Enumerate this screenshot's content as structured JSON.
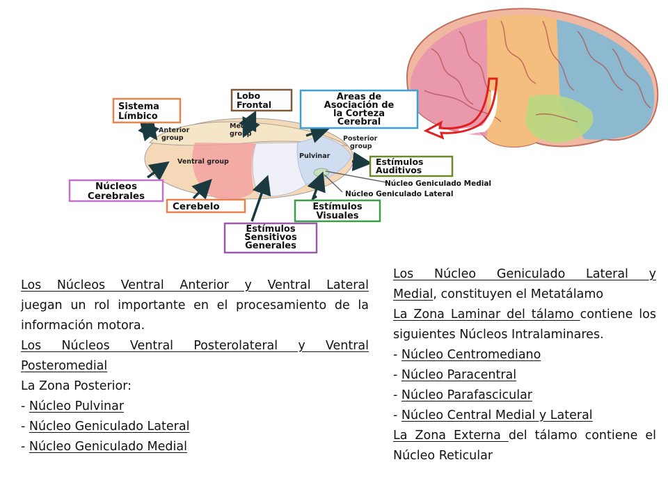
{
  "diagram": {
    "labels": {
      "sistema_limbico": [
        "Sistema",
        "Límbico"
      ],
      "lobo_frontal": [
        "Lobo",
        "Frontal"
      ],
      "areas_asociacion": [
        "Areas de",
        "Asociación de",
        "la Corteza",
        "Cerebral"
      ],
      "estimulos_auditivos": [
        "Estímulos",
        "Auditivos"
      ],
      "nucleos_cerebrales": [
        "Núcleos",
        "Cerebrales"
      ],
      "cerebelo": "Cerebelo",
      "estimulos_visuales": [
        "Estímulos",
        "Visuales"
      ],
      "estimulos_sensitivos": [
        "Estímulos",
        "Sensitivos",
        "Generales"
      ],
      "ngm": "Núcleo Geniculado Medial",
      "ngl": "Núcleo Geniculado Lateral"
    },
    "groups": {
      "anterior": [
        "Anterior",
        "group"
      ],
      "medial": [
        "Medial",
        "group"
      ],
      "posterior": [
        "Posterior",
        "group"
      ],
      "ventral": "Ventral group",
      "pulvinar": "Pulvinar"
    },
    "colors": {
      "limbic": "#e8834a",
      "frontal": "#7a5a3a",
      "areas": "#3aa0d8",
      "auditivos": "#6a8a2a",
      "nucleos": "#c070c8",
      "cerebelo": "#e8834a",
      "visuales": "#3aa048",
      "sensitivos": "#9a5aa8",
      "arrow_red": "#e02020"
    }
  },
  "left_text": {
    "p1_u": "Los Núcleos Ventral Anterior y Ventral Lateral",
    "p1_rest": "juegan un rol importante en el procesamiento de la información motora.",
    "p2_line1": "Los Núcleos Ventral Posterolateral y Ventral",
    "p2_line2": "Posteromedial",
    "p3": "La Zona Posterior:",
    "items": [
      "Núcleo Pulvinar",
      "Núcleo Geniculado Lateral",
      "Núcleo Geniculado Medial"
    ]
  },
  "right_text": {
    "p1_line1": "Los Núcleo Geniculado Lateral y",
    "p1_u2": "Medial",
    "p1_rest": ", constituyen el Metatálamo",
    "p2_u": "La Zona Laminar del tálamo ",
    "p2_rest": "contiene los siguientes Núcleos Intralaminares.",
    "items": [
      "Núcleo Centromediano",
      "Núcleo Paracentral",
      "Núcleo Parafascicular",
      "Núcleo Central Medial y Lateral"
    ],
    "p3_u": "La Zona Externa ",
    "p3_rest": "del tálamo contiene el Núcleo Reticular"
  }
}
